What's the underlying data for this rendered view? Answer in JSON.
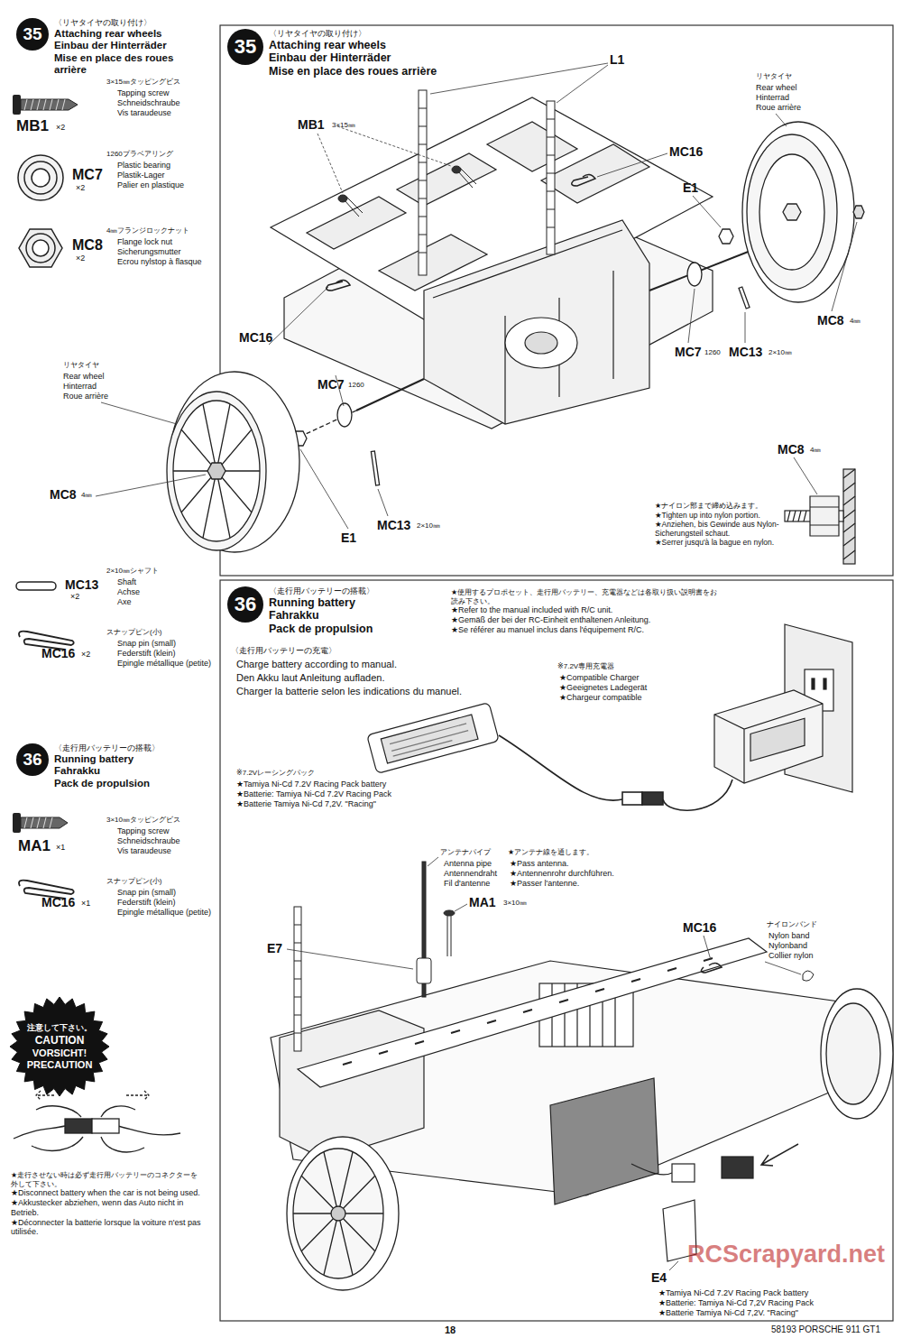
{
  "diagram": {
    "nodes": [
      {
        "text": [
          "35",
          "〈リヤタイヤの取り付け〉",
          "Attaching rear wheels",
          "Einbau der Hinterräder",
          "Mise en place des roues arrière"
        ]
      },
      {
        "text": [
          "35",
          "〈リヤタイヤの取り付け〉",
          "Attaching rear wheels",
          "Einbau der Hinterräder",
          "Mise en place des roues arrière"
        ]
      },
      {
        "text": [
          "36",
          "〈走行用バッテリーの搭載〉",
          "Running battery",
          "Fahrakku",
          "Pack de propulsion"
        ]
      },
      {
        "text": [
          "36",
          "〈走行用バッテリーの搭載〉",
          "Running battery",
          "Fahrakku",
          "Pack de propulsion"
        ]
      },
      {
        "text": [
          "注意して下さい。",
          "CAUTION",
          "VORSICHT!",
          "PRECAUTION"
        ]
      }
    ],
    "labels": [
      "3×15㎜タッピングビス",
      "Tapping screw",
      "Schneidschraube",
      "Vis taraudeuse",
      "MB1",
      "×2",
      "1260プラベアリング",
      "Plastic bearing",
      "Plastik-Lager",
      "Palier en plastique",
      "MC7",
      "×2",
      "4㎜フランジロックナット",
      "Flange lock nut",
      "Sicherungsmutter",
      "Ecrou nylstop à flasque",
      "MC8",
      "×2",
      "L1",
      "リヤタイヤ",
      "Rear wheel",
      "Hinterrad",
      "Roue arrière",
      "MB1",
      "3×15㎜",
      "MC16",
      "E1",
      "MC16",
      "MC8",
      "4㎜",
      "MC7",
      "1260",
      "MC13",
      "2×10㎜",
      "リヤタイヤ",
      "Rear wheel",
      "Hinterrad",
      "Roue arrière",
      "MC7",
      "1260",
      "MC8",
      "4㎜",
      "MC8",
      "4㎜",
      "E1",
      "MC13",
      "2×10㎜",
      "★ナイロン部まで締め込みます。",
      "★Tighten up into nylon portion.",
      "★Anziehen, bis Gewinde aus Nylon-Sicherungsteil schaut.",
      "★Serrer jusqu'à la bague en nylon.",
      "2×10㎜シャフト",
      "Shaft",
      "Achse",
      "Axe",
      "MC13",
      "×2",
      "スナップピン(小)",
      "Snap pin (small)",
      "Federstift (klein)",
      "Epingle métallique (petite)",
      "MC16",
      "×2",
      "★使用するプロポセット、走行用バッテリー、充電器などは各取り扱い説明書をお読み下さい。",
      "★Refer to the manual included with R/C unit.",
      "★Gemäß der bei der RC-Einheit enthaltenen Anleitung.",
      "★Se référer au manuel inclus dans l'équipement R/C.",
      "〈走行用バッテリーの充電〉",
      "Charge battery according to manual.",
      "Den Akku laut Anleitung aufladen.",
      "Charger la batterie selon les indications du manuel.",
      "※7.2V専用充電器",
      "★Compatible Charger",
      "★Geeignetes Ladegerät",
      "★Chargeur compatible",
      "※7.2Vレーシングパック",
      "★Tamiya Ni-Cd 7.2V Racing Pack battery",
      "★Batterie: Tamiya Ni-Cd 7.2V Racing Pack",
      "★Batterie Tamiya Ni-Cd 7,2V. \"Racing\"",
      "アンテナパイプ",
      "Antenna pipe",
      "Antennendraht",
      "Fil d'antenne",
      "★アンテナ線を通します。",
      "★Pass antenna.",
      "★Antennenrohr durchführen.",
      "★Passer l'antenne.",
      "MA1",
      "3×10㎜",
      "E7",
      "MC16",
      "ナイロンバンド",
      "Nylon band",
      "Nylonband",
      "Collier nylon",
      "E4",
      "★Tamiya Ni-Cd 7.2V Racing Pack battery",
      "★Batterie: Tamiya Ni-Cd 7,2V Racing Pack",
      "★Batterie Tamiya Ni-Cd 7,2V. \"Racing\"",
      "RCScrapyard.net",
      "3×10㎜タッピングビス",
      "Tapping screw",
      "Schneidschraube",
      "Vis taraudeuse",
      "MA1",
      "×1",
      "スナップピン(小)",
      "Snap pin (small)",
      "Federstift (klein)",
      "Epingle métallique (petite)",
      "MC16",
      "×1",
      "★走行させない時は必ず走行用バッテリーのコネクターを外して下さい。",
      "★Disconnect battery when the car is not being used.",
      "★Akkustecker abziehen, wenn das Auto nicht in Betrieb.",
      "★Déconnecter la batterie lorsque la voiture n'est pas utilisée.",
      "18",
      "58193 PORSCHE 911 GT1"
    ]
  }
}
